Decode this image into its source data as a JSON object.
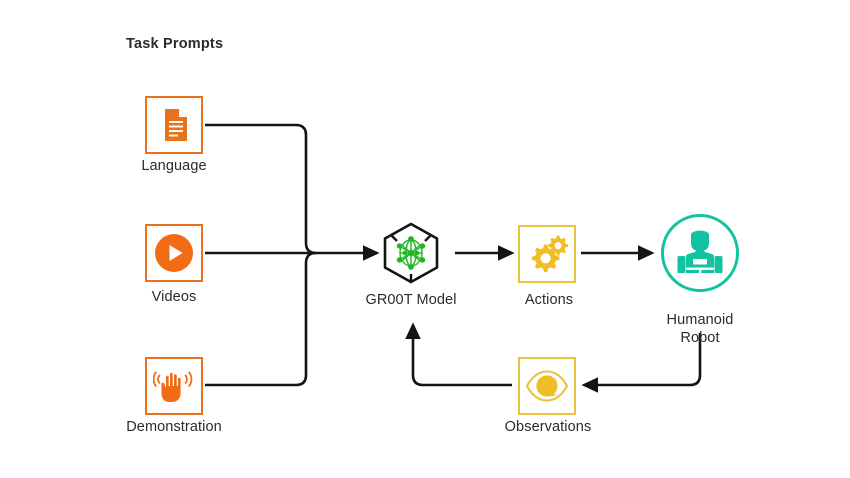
{
  "diagram": {
    "background_color": "#ffffff",
    "section_title": "Task Prompts",
    "colors": {
      "orange": "#e8731c",
      "gold": "#e8c33c",
      "gold_fill": "#f0bd26",
      "teal": "#12c2a0",
      "green": "#1fb622",
      "line": "#141414",
      "text": "#2b2b2b"
    },
    "nodes": [
      {
        "id": "language",
        "label": "Language",
        "icon": "document-icon",
        "accent": "#e8731c"
      },
      {
        "id": "videos",
        "label": "Videos",
        "icon": "play-circle-icon",
        "accent": "#e8731c"
      },
      {
        "id": "demonstration",
        "label": "Demonstration",
        "icon": "waving-hand-icon",
        "accent": "#e8731c"
      },
      {
        "id": "groot",
        "label": "GR00T Model",
        "icon": "cube-network-icon",
        "accent": "#1fb622"
      },
      {
        "id": "actions",
        "label": "Actions",
        "icon": "gears-icon",
        "accent": "#e8c33c"
      },
      {
        "id": "robot",
        "label": "Humanoid\nRobot",
        "icon": "humanoid-robot-icon",
        "accent": "#12c2a0"
      },
      {
        "id": "observations",
        "label": "Observations",
        "icon": "eye-icon",
        "accent": "#e8c33c"
      }
    ],
    "edges": [
      {
        "from": "language",
        "to": "groot",
        "style": "elbow"
      },
      {
        "from": "videos",
        "to": "groot",
        "style": "straight"
      },
      {
        "from": "demonstration",
        "to": "groot",
        "style": "elbow"
      },
      {
        "from": "groot",
        "to": "actions",
        "style": "straight"
      },
      {
        "from": "actions",
        "to": "robot",
        "style": "straight"
      },
      {
        "from": "robot",
        "to": "observations",
        "style": "elbow"
      },
      {
        "from": "observations",
        "to": "groot",
        "style": "elbow"
      }
    ]
  }
}
